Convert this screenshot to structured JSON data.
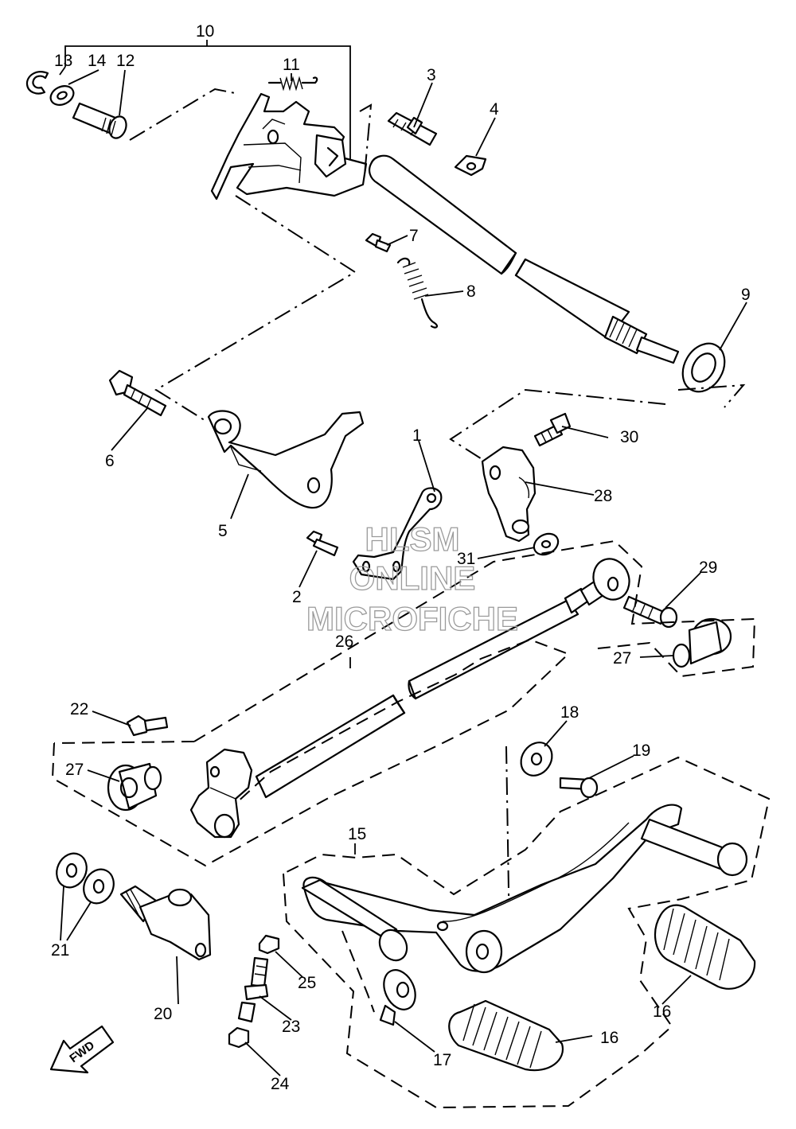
{
  "callouts": {
    "c1": "1",
    "c2": "2",
    "c3": "3",
    "c4": "4",
    "c5": "5",
    "c6": "6",
    "c7": "7",
    "c8": "8",
    "c9": "9",
    "c10": "10",
    "c11": "11",
    "c12": "12",
    "c13": "13",
    "c14": "14",
    "c15": "15",
    "c16a": "16",
    "c16b": "16",
    "c17": "17",
    "c18": "18",
    "c19": "19",
    "c20": "20",
    "c21": "21",
    "c22": "22",
    "c23": "23",
    "c24": "24",
    "c25": "25",
    "c26": "26",
    "c27a": "27",
    "c27b": "27",
    "c28": "28",
    "c29": "29",
    "c30": "30",
    "c31": "31"
  },
  "watermark": {
    "line1": "HLSM",
    "line2": "ONLINE",
    "line3": "MICROFICHE"
  },
  "direction_arrow": {
    "label": "FWD"
  }
}
